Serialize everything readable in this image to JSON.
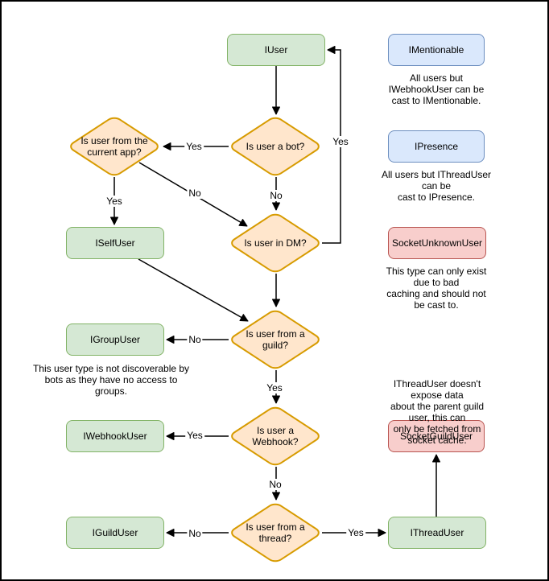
{
  "colors": {
    "green-fill": "#d5e8d4",
    "green-stroke": "#82b366",
    "orange-fill": "#ffe6cc",
    "orange-stroke": "#d79b00",
    "blue-fill": "#dae8fc",
    "blue-stroke": "#6c8ebf",
    "red-fill": "#f8cecc",
    "red-stroke": "#b85450",
    "arrow": "#000000"
  },
  "nodes": {
    "iuser": "IUser",
    "imentionable": "IMentionable",
    "ipresence": "IPresence",
    "iselfuser": "ISelfUser",
    "socketunknownuser": "SocketUnknownUser",
    "igroupuser": "IGroupUser",
    "iwebhookuser": "IWebhookUser",
    "socketguilduser": "SocketGuildUser",
    "iguilduser": "IGuildUser",
    "ithreaduser": "IThreadUser"
  },
  "decisions": {
    "bot": "Is user a bot?",
    "current_app": "Is user from the\ncurrent app?",
    "dm": "Is user in DM?",
    "guild": "Is user from a\nguild?",
    "webhook": "Is user a\nWebhook?",
    "thread": "Is user from a\nthread?"
  },
  "edges": {
    "bot_to_current_app": "Yes",
    "bot_to_dm": "No",
    "current_app_to_iselfuser": "Yes",
    "current_app_to_dm": "No",
    "dm_to_iuser": "Yes",
    "guild_to_igroupuser": "No",
    "guild_to_webhook": "Yes",
    "webhook_to_iwebhookuser": "Yes",
    "webhook_to_thread": "No",
    "thread_to_iguilduser": "No",
    "thread_to_ithreaduser": "Yes"
  },
  "annotations": {
    "imentionable_note": "All users but IWebhookUser can be\ncast to IMentionable.",
    "ipresence_note": "All users but IThreadUser can be\ncast to IPresence.",
    "socketunknownuser_note": "This type can only exist due to bad\ncaching and should not be cast to.",
    "igroupuser_note": "This user type is not discoverable by\nbots as they have no access to\ngroups.",
    "ithreaduser_note": "IThreadUser doesn't expose data\nabout the parent guild user, this can\nonly be fetched from socket cache."
  }
}
